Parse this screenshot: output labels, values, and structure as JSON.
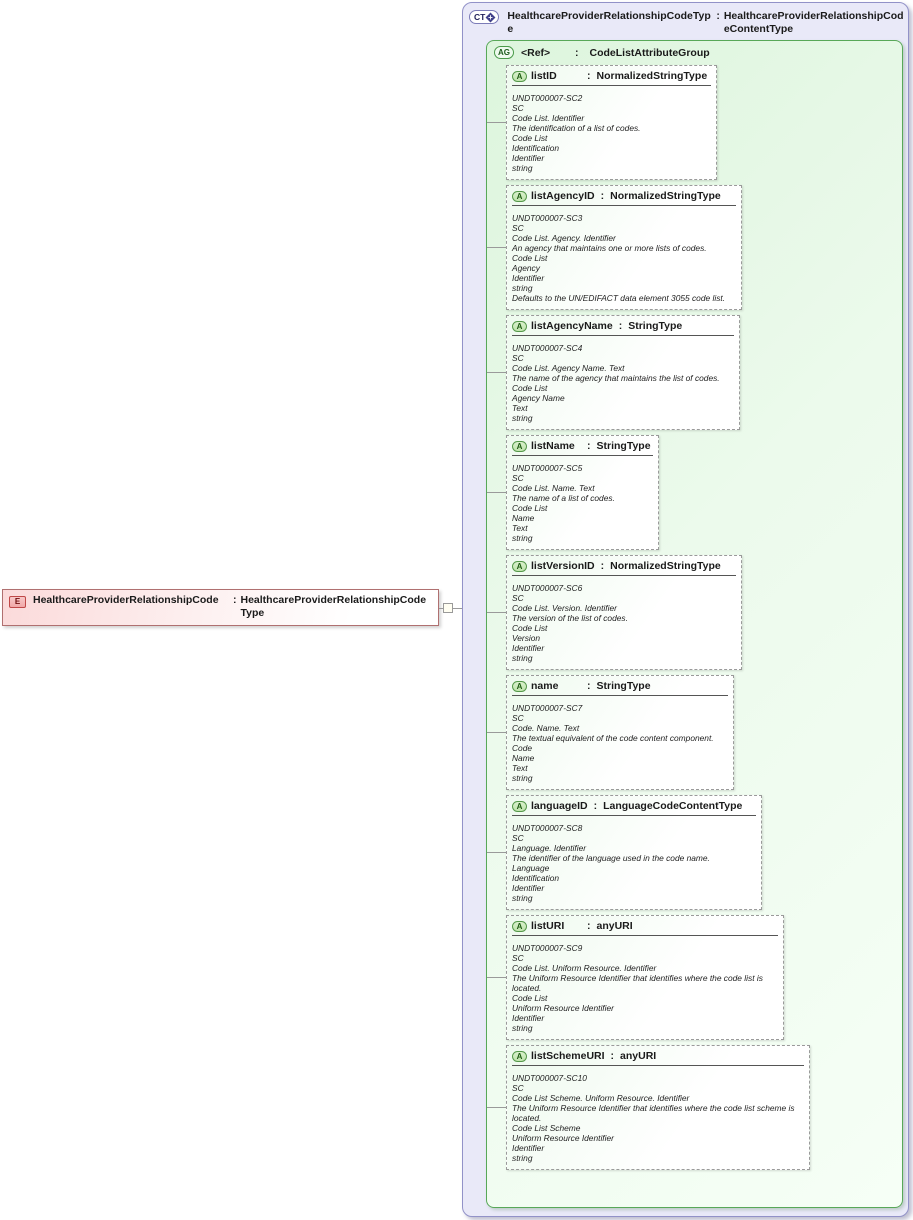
{
  "separator": ":",
  "colors": {
    "element_fill": "#fbdada",
    "element_border": "#b07070",
    "complex_type_fill": "#e9e9f8",
    "complex_type_border": "#9292c8",
    "group_fill": "#ddf5dd",
    "group_border": "#58a858",
    "attribute_border": "#9a9a9a"
  },
  "icons": {
    "complex_type_icon": "diamond-plus"
  },
  "element": {
    "badge": "E",
    "name": "HealthcareProviderRelationshipCode",
    "type": "HealthcareProviderRelationshipCodeType"
  },
  "complex_type": {
    "badge": "CT",
    "name": "HealthcareProviderRelationshipCodeType",
    "type": "HealthcareProviderRelationshipCodeContentType",
    "attribute_group": {
      "badge": "AG",
      "ref": "<Ref>",
      "name": "CodeListAttributeGroup",
      "attributes": [
        {
          "badge": "A",
          "name": "listID",
          "type": "NormalizedStringType",
          "annotations": [
            "UNDT000007-SC2",
            "SC",
            "Code List. Identifier",
            "The identification of a list of codes.",
            "Code List",
            "Identification",
            "Identifier",
            "string"
          ]
        },
        {
          "badge": "A",
          "name": "listAgencyID",
          "type": "NormalizedStringType",
          "annotations": [
            "UNDT000007-SC3",
            "SC",
            "Code List. Agency. Identifier",
            "An agency that maintains one or more lists of codes.",
            "Code List",
            "Agency",
            "Identifier",
            "string",
            "Defaults to the UN/EDIFACT data element 3055 code list."
          ]
        },
        {
          "badge": "A",
          "name": "listAgencyName",
          "type": "StringType",
          "annotations": [
            "UNDT000007-SC4",
            "SC",
            "Code List. Agency Name. Text",
            "The name of the agency that maintains the list of codes.",
            "Code List",
            "Agency Name",
            "Text",
            "string"
          ]
        },
        {
          "badge": "A",
          "name": "listName",
          "type": "StringType",
          "annotations": [
            "UNDT000007-SC5",
            "SC",
            "Code List. Name. Text",
            "The name of a list of codes.",
            "Code List",
            "Name",
            "Text",
            "string"
          ]
        },
        {
          "badge": "A",
          "name": "listVersionID",
          "type": "NormalizedStringType",
          "annotations": [
            "UNDT000007-SC6",
            "SC",
            "Code List. Version. Identifier",
            "The version of the list of codes.",
            "Code List",
            "Version",
            "Identifier",
            "string"
          ]
        },
        {
          "badge": "A",
          "name": "name",
          "type": "StringType",
          "annotations": [
            "UNDT000007-SC7",
            "SC",
            "Code. Name. Text",
            "The textual equivalent of the code content component.",
            "Code",
            "Name",
            "Text",
            "string"
          ]
        },
        {
          "badge": "A",
          "name": "languageID",
          "type": "LanguageCodeContentType",
          "annotations": [
            "UNDT000007-SC8",
            "SC",
            "Language. Identifier",
            "The identifier of the language used in the code name.",
            "Language",
            "Identification",
            "Identifier",
            "string"
          ]
        },
        {
          "badge": "A",
          "name": "listURI",
          "type": "anyURI",
          "annotations": [
            "UNDT000007-SC9",
            "SC",
            "Code List. Uniform Resource. Identifier",
            "The Uniform Resource Identifier that identifies where the code list is located.",
            "Code List",
            "Uniform Resource Identifier",
            "Identifier",
            "string"
          ]
        },
        {
          "badge": "A",
          "name": "listSchemeURI",
          "type": "anyURI",
          "annotations": [
            "UNDT000007-SC10",
            "SC",
            "Code List Scheme. Uniform Resource. Identifier",
            "The Uniform Resource Identifier that identifies where the code list scheme is located.",
            "Code List Scheme",
            "Uniform Resource Identifier",
            "Identifier",
            "string"
          ]
        }
      ]
    }
  }
}
